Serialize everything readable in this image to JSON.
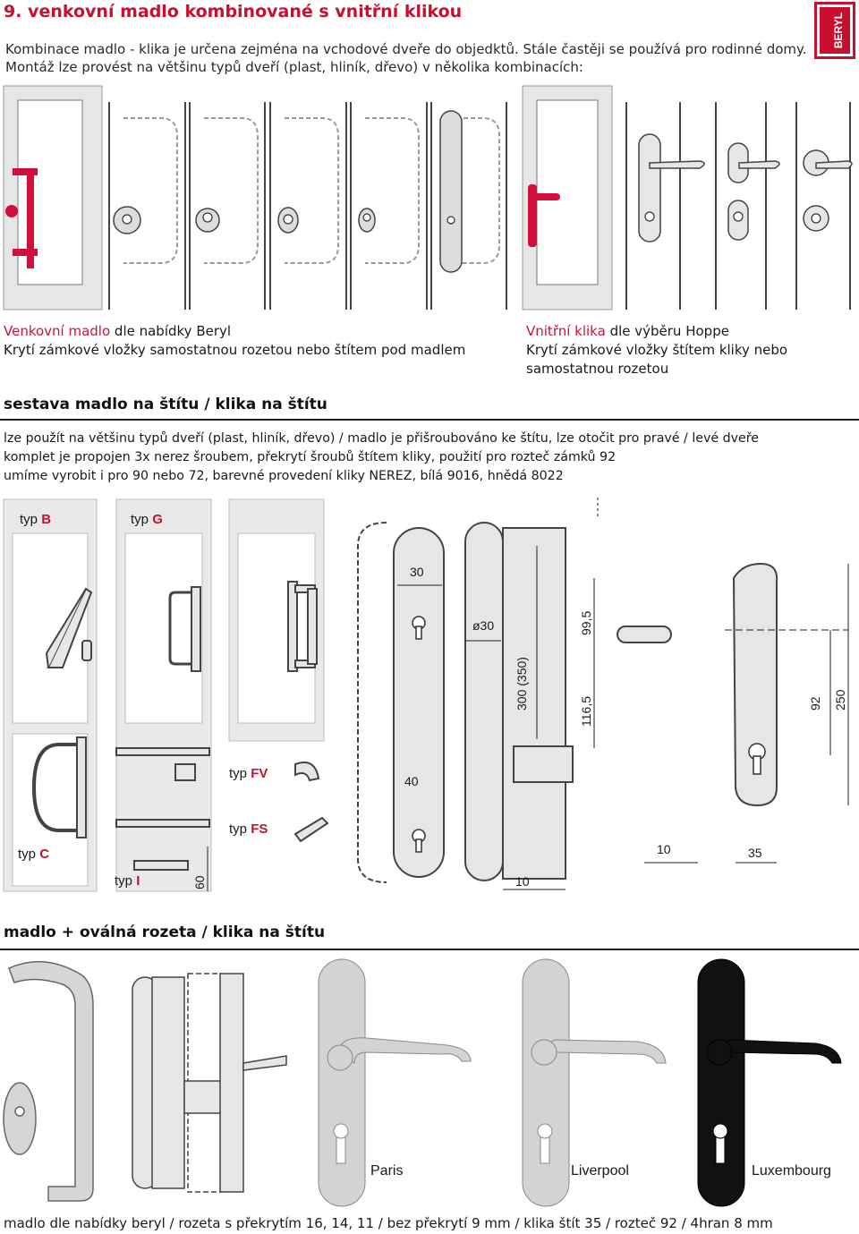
{
  "header": {
    "title": "9. venkovní madlo kombinované s vnitřní klikou",
    "intro_line1": "Kombinace madlo - klika je určena zejména na vchodové dveře do objedktů. Stále častěji se používá pro rodinné domy.",
    "intro_line2": "Montáž lze provést na většinu typů dveří (plast, hliník, dřevo) v několika kombinacích:",
    "logo_text": "BERYL"
  },
  "captions": {
    "left_red": "Venkovní madlo",
    "left_rest": " dle nabídky Beryl",
    "left_line2": "Krytí zámkové vložky samostatnou rozetou nebo štítem pod madlem",
    "right_red": "Vnitřní klika",
    "right_rest": " dle výběru Hoppe",
    "right_line2": "Krytí zámkové vložky štítem kliky nebo",
    "right_line3": "samostatnou rozetou"
  },
  "section1": {
    "title": "sestava madlo na štítu / klika na štítu",
    "line1": "lze použít na většinu typů dveří (plast, hliník, dřevo)  / madlo je přišroubováno ke štítu, lze otočit pro pravé / levé dveře",
    "line2": "komplet je propojen 3x nerez šroubem, překrytí šroubů štítem kliky, použití pro rozteč zámků 92",
    "line3": "umíme vyrobit i pro 90 nebo 72, barevné provedení kliky NEREZ, bílá 9016, hnědá 8022"
  },
  "types": {
    "prefix": "typ ",
    "B": "B",
    "G": "G",
    "C": "C",
    "I": "I",
    "FV": "FV",
    "FS": "FS"
  },
  "dimensions": {
    "d30": "30",
    "d40": "40",
    "dia30": "ø30",
    "d300": "300 (350)",
    "d99": "99,5",
    "d116": "116,5",
    "d92": "92",
    "d250": "250",
    "d10a": "10",
    "d10b": "10",
    "d35": "35",
    "d60": "60"
  },
  "section2": {
    "title": "madlo + oválná rozeta / klika na štítu",
    "products": [
      "Paris",
      "Liverpool",
      "Luxembourg"
    ]
  },
  "footer": {
    "text": "madlo dle nabídky beryl / rozeta s překrytím 16, 14, 11 / bez překrytí 9 mm / klika štít 35 / rozteč 92 / 4hran 8 mm"
  },
  "colors": {
    "accent": "#c8102e",
    "door_fill": "#e6e6e6",
    "handle_red": "#d0103a",
    "metal": "#c9c9c9",
    "black_handle": "#111111"
  }
}
